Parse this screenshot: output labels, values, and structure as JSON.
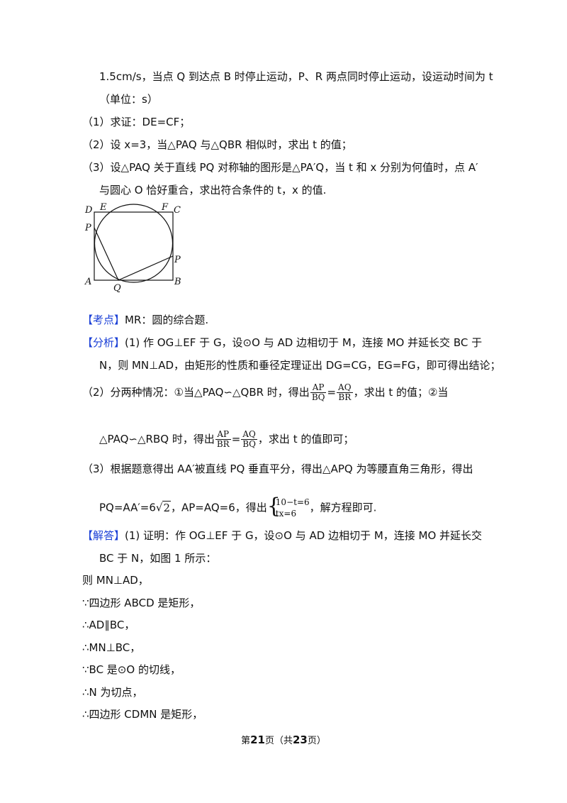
{
  "problem": {
    "line1": "1.5cm/s，当点 Q 到达点 B 时停止运动，P、R 两点同时停止运动，设运动时间为 t",
    "line2": "（单位：s）",
    "q1": "（1）求证：DE=CF；",
    "q2": "（2）设 x=3，当△PAQ 与△QBR 相似时，求出 t 的值；",
    "q3a": "（3）设△PAQ 关于直线 PQ 对称轴的图形是△PA′Q，当 t 和 x 分别为何值时，点 A′",
    "q3b": "与圆心 O 恰好重合，求出符合条件的 t，x 的值."
  },
  "figure": {
    "labels": {
      "D": "D",
      "E": "E",
      "F": "F",
      "C": "C",
      "P_left": "P",
      "P_right": "P",
      "A": "A",
      "Q": "Q",
      "B": "B"
    }
  },
  "kaodian": {
    "tag": "【考点】",
    "text": "MR：圆的综合题."
  },
  "fenxi": {
    "tag": "【分析】",
    "p1a": "(1) 作 OG⊥EF 于 G，设⊙O 与 AD 边相切于 M，连接 MO 并延长交 BC 于",
    "p1b": "N，则 MN⊥AD，由矩形的性质和垂径定理证出 DG=CG，EG=FG，即可得出结论；",
    "p2a_pre": "（2）分两种情况：①当△PAQ∽△QBR 时，得出",
    "f1_num": "AP",
    "f1_den": "BQ",
    "eq": "=",
    "f2_num": "AQ",
    "f2_den": "BR",
    "p2a_post": "，求出 t 的值；②当",
    "p2b_pre": "△PAQ∽△RBQ 时，得出",
    "f3_num": "AP",
    "f3_den": "BR",
    "f4_num": "AQ",
    "f4_den": "BQ",
    "p2b_post": "，求出 t 的值即可；",
    "p3a": "（3）根据题意得出 AA′被直线 PQ 垂直平分，得出△APQ 为等腰直角三角形，得出",
    "p3b_pre": "PQ=AA′=6",
    "sqrt_arg": "2",
    "p3b_mid": "，AP=AQ=6，得出",
    "sys1": "10−t=6",
    "sys2": "tx=6",
    "p3b_post": "，解方程即可."
  },
  "jieda": {
    "tag": "【解答】",
    "l1": "(1) 证明：作 OG⊥EF 于 G，设⊙O 与 AD 边相切于 M，连接 MO 并延长交",
    "l2": "BC 于 N，如图 1 所示：",
    "l3": "则 MN⊥AD，",
    "l4": "∵四边形 ABCD 是矩形，",
    "l5": "∴AD∥BC，",
    "l6": "∴MN⊥BC，",
    "l7": "∵BC 是⊙O 的切线，",
    "l8": "∴N 为切点，",
    "l9": "∴四边形 CDMN 是矩形，"
  },
  "footer": {
    "pre": "第",
    "page": "21",
    "mid": "页（共",
    "total": "23",
    "post": "页）"
  }
}
